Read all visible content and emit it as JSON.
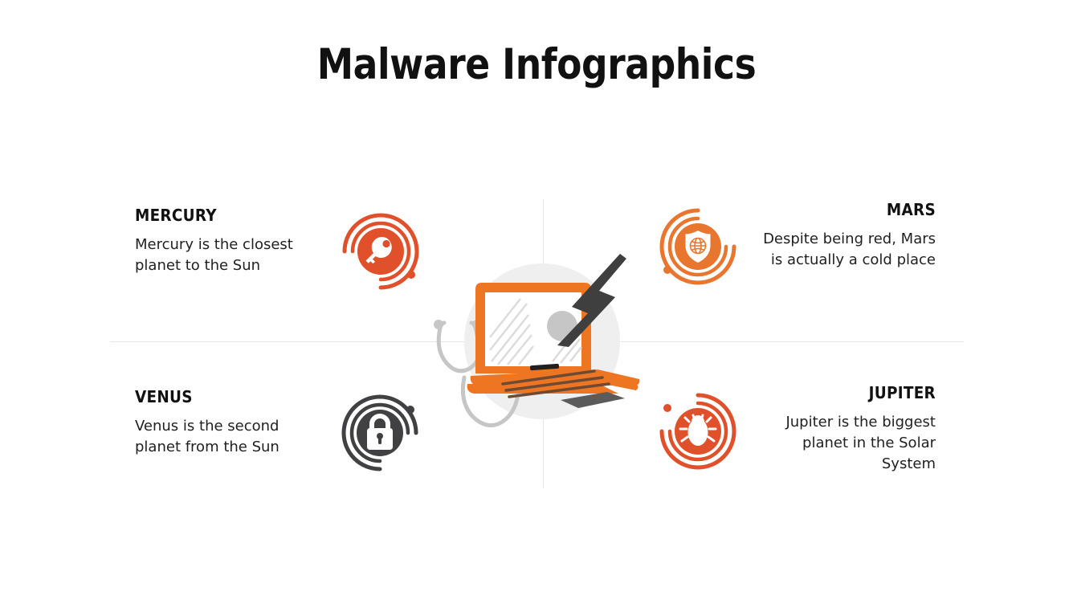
{
  "slide": {
    "title": "Malware Infographics",
    "background_color": "#ffffff"
  },
  "theme": {
    "orange": "#e0502a",
    "orange_light": "#e8762f",
    "dark": "#414042",
    "line": "#e6e6e6",
    "text": "#1a1a1a"
  },
  "blocks": [
    {
      "id": "mercury",
      "heading": "MERCURY",
      "body": "Mercury is the closest planet to the Sun",
      "align": "left",
      "icon": "key-icon",
      "icon_color": "#e0502a"
    },
    {
      "id": "mars",
      "heading": "MARS",
      "body": "Despite being red, Mars is actually a cold place",
      "align": "right",
      "icon": "shield-globe-icon",
      "icon_color": "#e8762f"
    },
    {
      "id": "venus",
      "heading": "VENUS",
      "body": "Venus is the second planet from the Sun",
      "align": "left",
      "icon": "padlock-icon",
      "icon_color": "#414042"
    },
    {
      "id": "jupiter",
      "heading": "JUPITER",
      "body": "Jupiter is the biggest planet in the Solar System",
      "align": "right",
      "icon": "bug-icon",
      "icon_color": "#e0502a"
    }
  ],
  "illustration": {
    "name": "laptop-with-stethoscope-and-lightning",
    "parts": [
      "gray-circle-backdrop",
      "orange-laptop",
      "lightning-bolt-icon",
      "stethoscope-icon"
    ],
    "laptop_color": "#ee7623",
    "bolt_color": "#3f3f3f",
    "stethoscope_color": "#c6c6c6",
    "backdrop_color": "#efefef"
  }
}
